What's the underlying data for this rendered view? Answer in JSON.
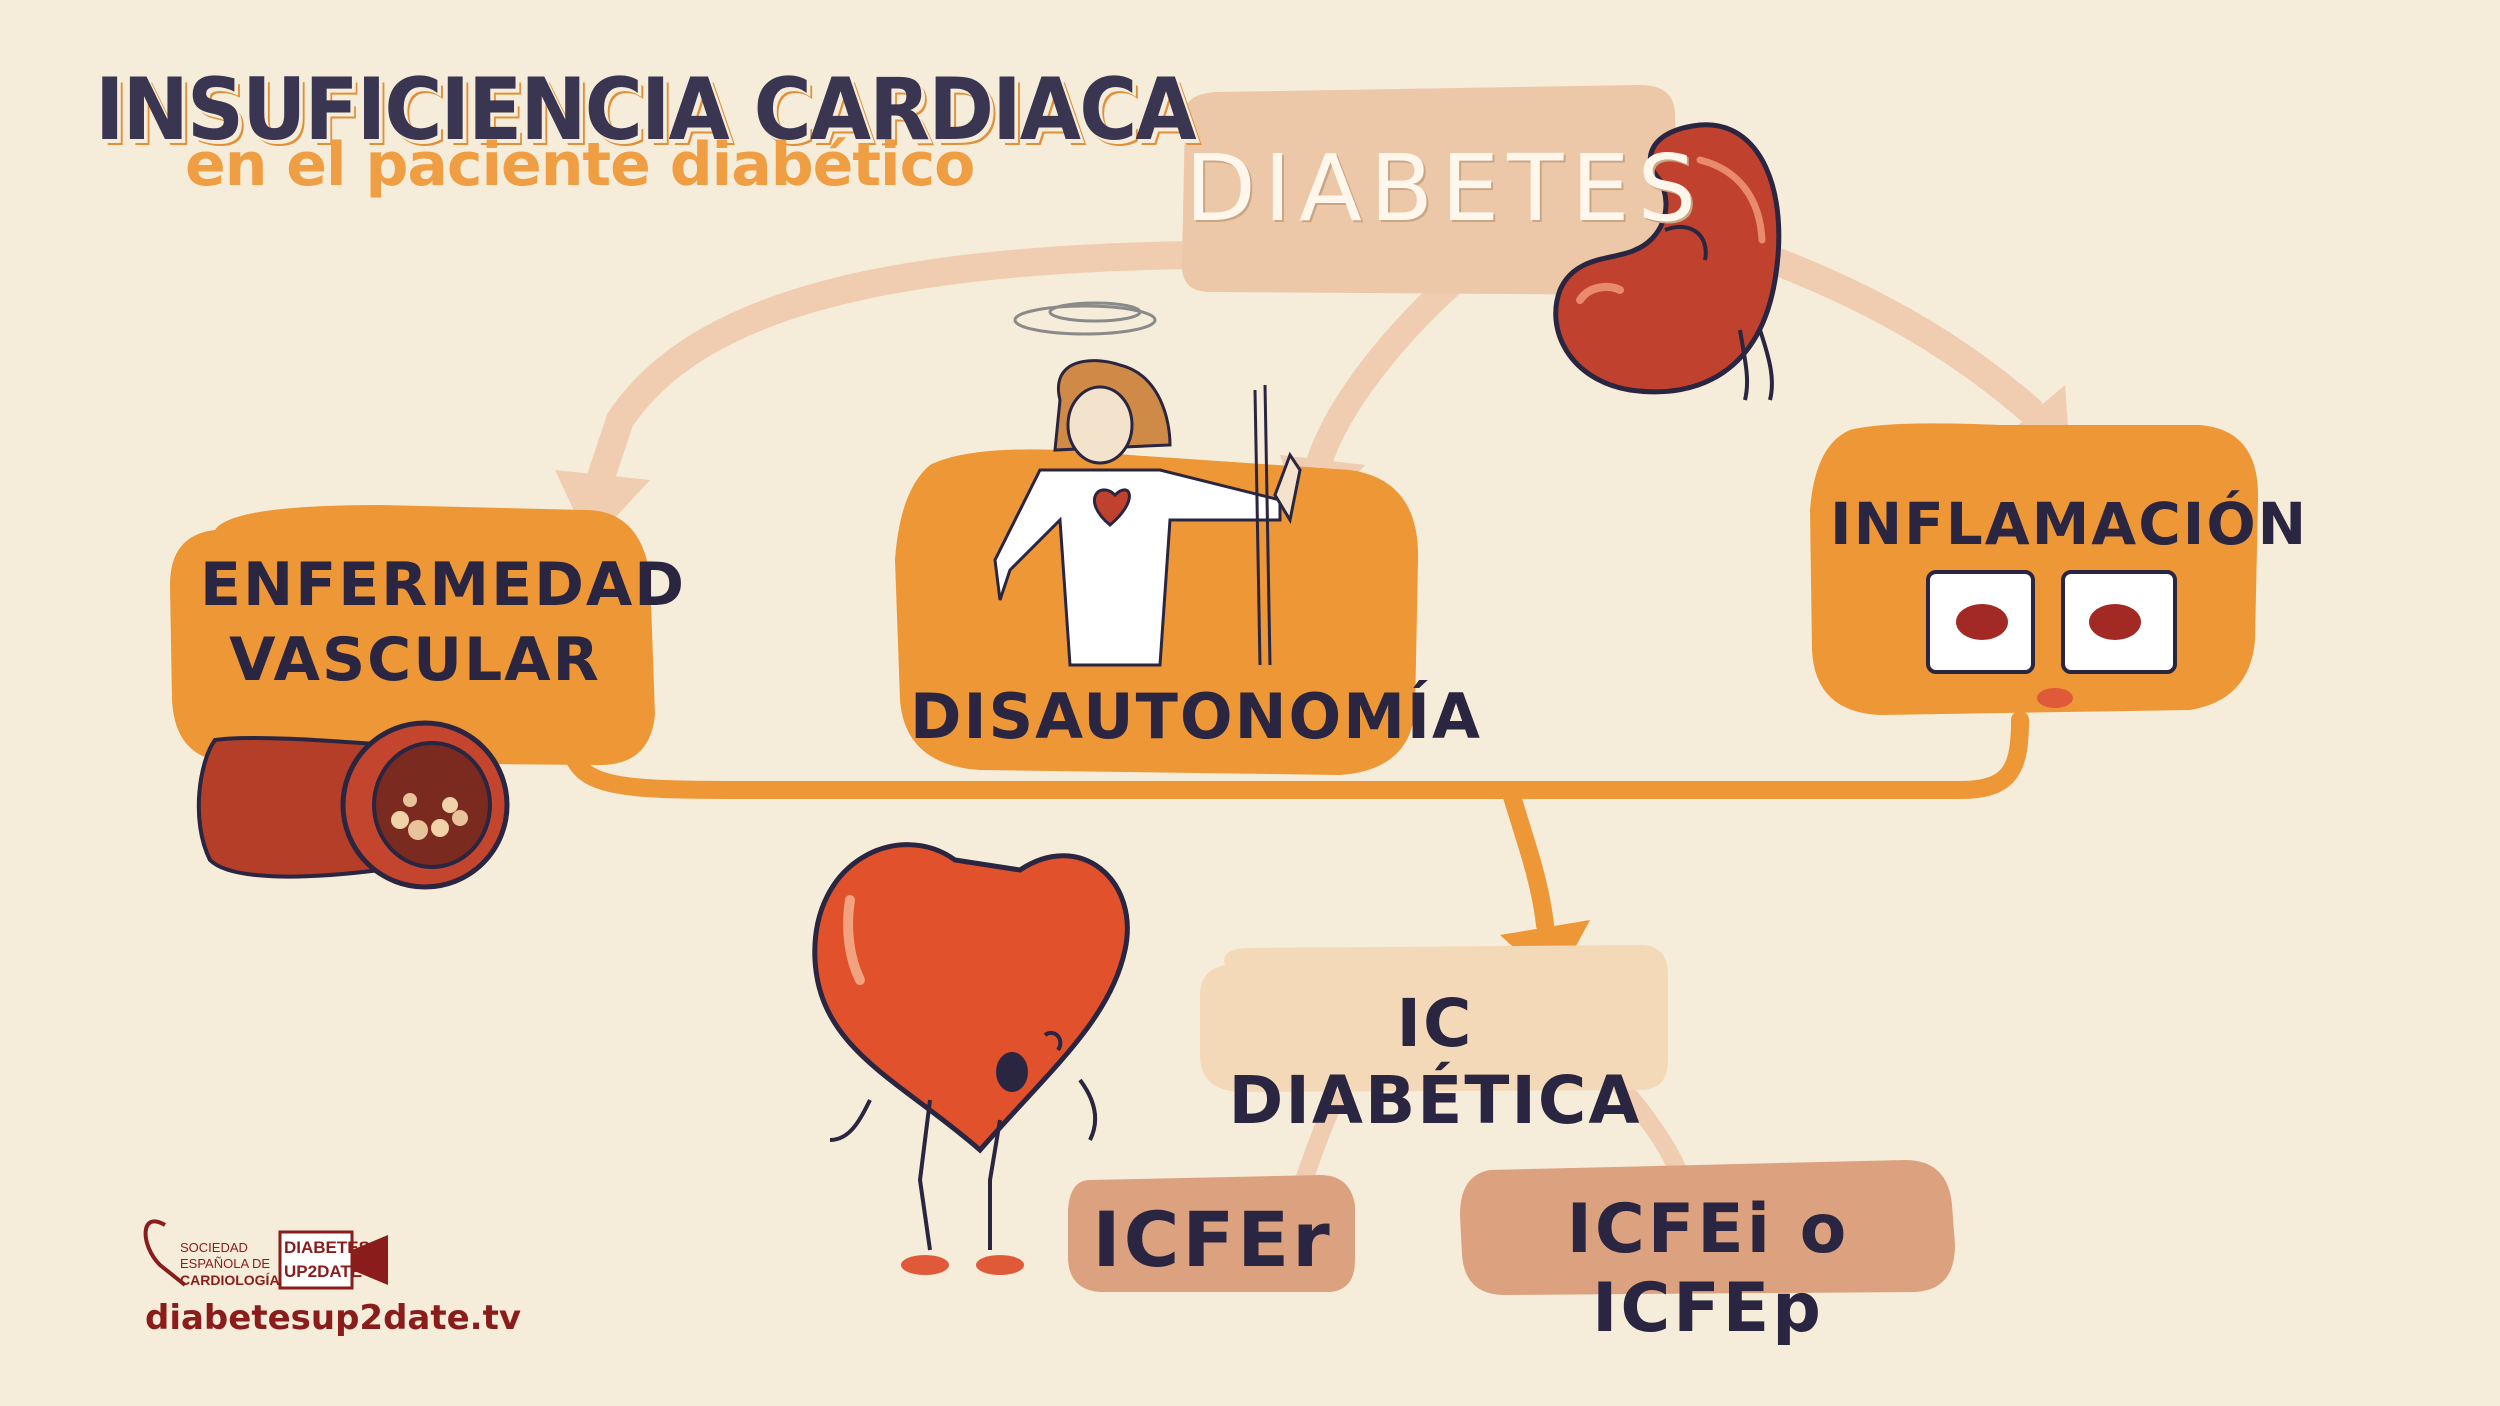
{
  "header": {
    "title": "INSUFICIENCIA CARDIACA",
    "subtitle": "en el paciente diabético"
  },
  "nodes": {
    "diabetes": "DIABETES",
    "enfermedad_line1": "ENFERMEDAD",
    "enfermedad_line2": "VASCULAR",
    "disautonomia": "DISAUTONOMÍA",
    "inflamacion": "INFLAMACIÓN",
    "ic_diabetica": "IC DIABÉTICA",
    "icfer": "ICFEr",
    "icfei": "ICFEi o ICFEp"
  },
  "footer": {
    "sec_line1": "SOCIEDAD",
    "sec_line2": "ESPAÑOLA DE",
    "sec_line3": "CARDIOLOGÍA",
    "brand_line1": "DIABETES",
    "brand_line2": "UP2DATE",
    "url": "diabetesup2date.tv"
  },
  "colors": {
    "background": "#f5edd9",
    "orange": "#ed9736",
    "peach": "#e8c4a6",
    "salmon": "#dca27f",
    "light_peach": "#f3d9b8",
    "red": "#c8442f",
    "dark_text": "#2a2540"
  }
}
